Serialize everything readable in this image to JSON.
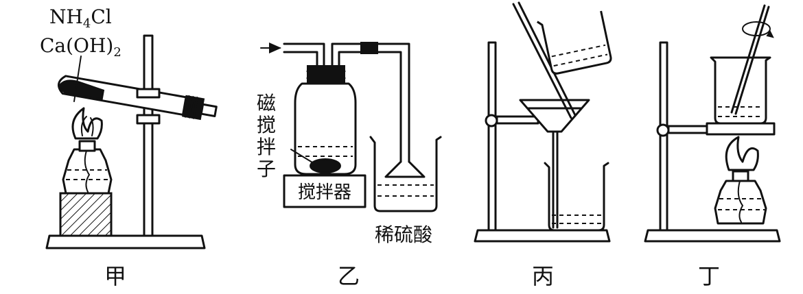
{
  "apparatus_a": {
    "reagent_1": "NH",
    "reagent_1_sub": "4",
    "reagent_1_tail": "Cl",
    "reagent_2": "Ca(OH)",
    "reagent_2_sub": "2",
    "caption": "甲"
  },
  "apparatus_b": {
    "stir_bar_label": [
      "磁",
      "搅",
      "拌",
      "子"
    ],
    "stirrer_label": "搅拌器",
    "acid_label": "稀硫酸",
    "caption": "乙"
  },
  "apparatus_c": {
    "caption": "丙"
  },
  "apparatus_d": {
    "caption": "丁"
  }
}
